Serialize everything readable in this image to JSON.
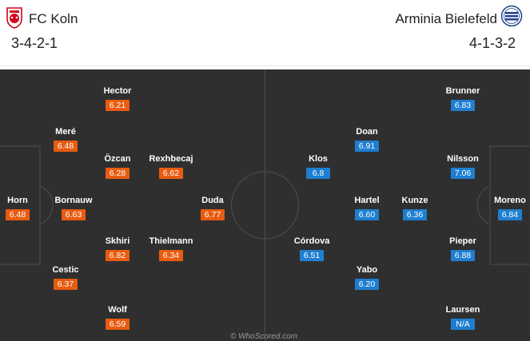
{
  "home": {
    "name": "FC Koln",
    "formation": "3-4-2-1",
    "color": "#e85c10",
    "crest": "fc-koln-crest",
    "players": [
      {
        "id": "horn",
        "name": "Horn",
        "rating": "6.48"
      },
      {
        "id": "bornauw",
        "name": "Bornauw",
        "rating": "6.63"
      },
      {
        "id": "mere",
        "name": "Meré",
        "rating": "6.48"
      },
      {
        "id": "cestic",
        "name": "Cestic",
        "rating": "6.37"
      },
      {
        "id": "hector",
        "name": "Hector",
        "rating": "6.21"
      },
      {
        "id": "ozcan",
        "name": "Özcan",
        "rating": "6.28"
      },
      {
        "id": "skhiri",
        "name": "Skhiri",
        "rating": "6.82"
      },
      {
        "id": "wolf",
        "name": "Wolf",
        "rating": "6.59"
      },
      {
        "id": "rexhbecaj",
        "name": "Rexhbecaj",
        "rating": "6.62"
      },
      {
        "id": "thielmann",
        "name": "Thielmann",
        "rating": "6.34"
      },
      {
        "id": "duda",
        "name": "Duda",
        "rating": "6.77"
      }
    ]
  },
  "away": {
    "name": "Arminia Bielefeld",
    "formation": "4-1-3-2",
    "color": "#1e7fd1",
    "crest": "arminia-bielefeld-crest",
    "players": [
      {
        "id": "moreno",
        "name": "Moreno",
        "rating": "6.84"
      },
      {
        "id": "brunner",
        "name": "Brunner",
        "rating": "6.83"
      },
      {
        "id": "nilsson",
        "name": "Nilsson",
        "rating": "7.06"
      },
      {
        "id": "pieper",
        "name": "Pieper",
        "rating": "6.88"
      },
      {
        "id": "laursen",
        "name": "Laursen",
        "rating": "N/A"
      },
      {
        "id": "kunze",
        "name": "Kunze",
        "rating": "6.36"
      },
      {
        "id": "doan",
        "name": "Doan",
        "rating": "6.91"
      },
      {
        "id": "hartel",
        "name": "Hartel",
        "rating": "6.60"
      },
      {
        "id": "yabo",
        "name": "Yabo",
        "rating": "6.20"
      },
      {
        "id": "klos",
        "name": "Klos",
        "rating": "6.8"
      },
      {
        "id": "cordova",
        "name": "Córdova",
        "rating": "6.51"
      }
    ]
  },
  "watermark": "© WhoScored.com"
}
